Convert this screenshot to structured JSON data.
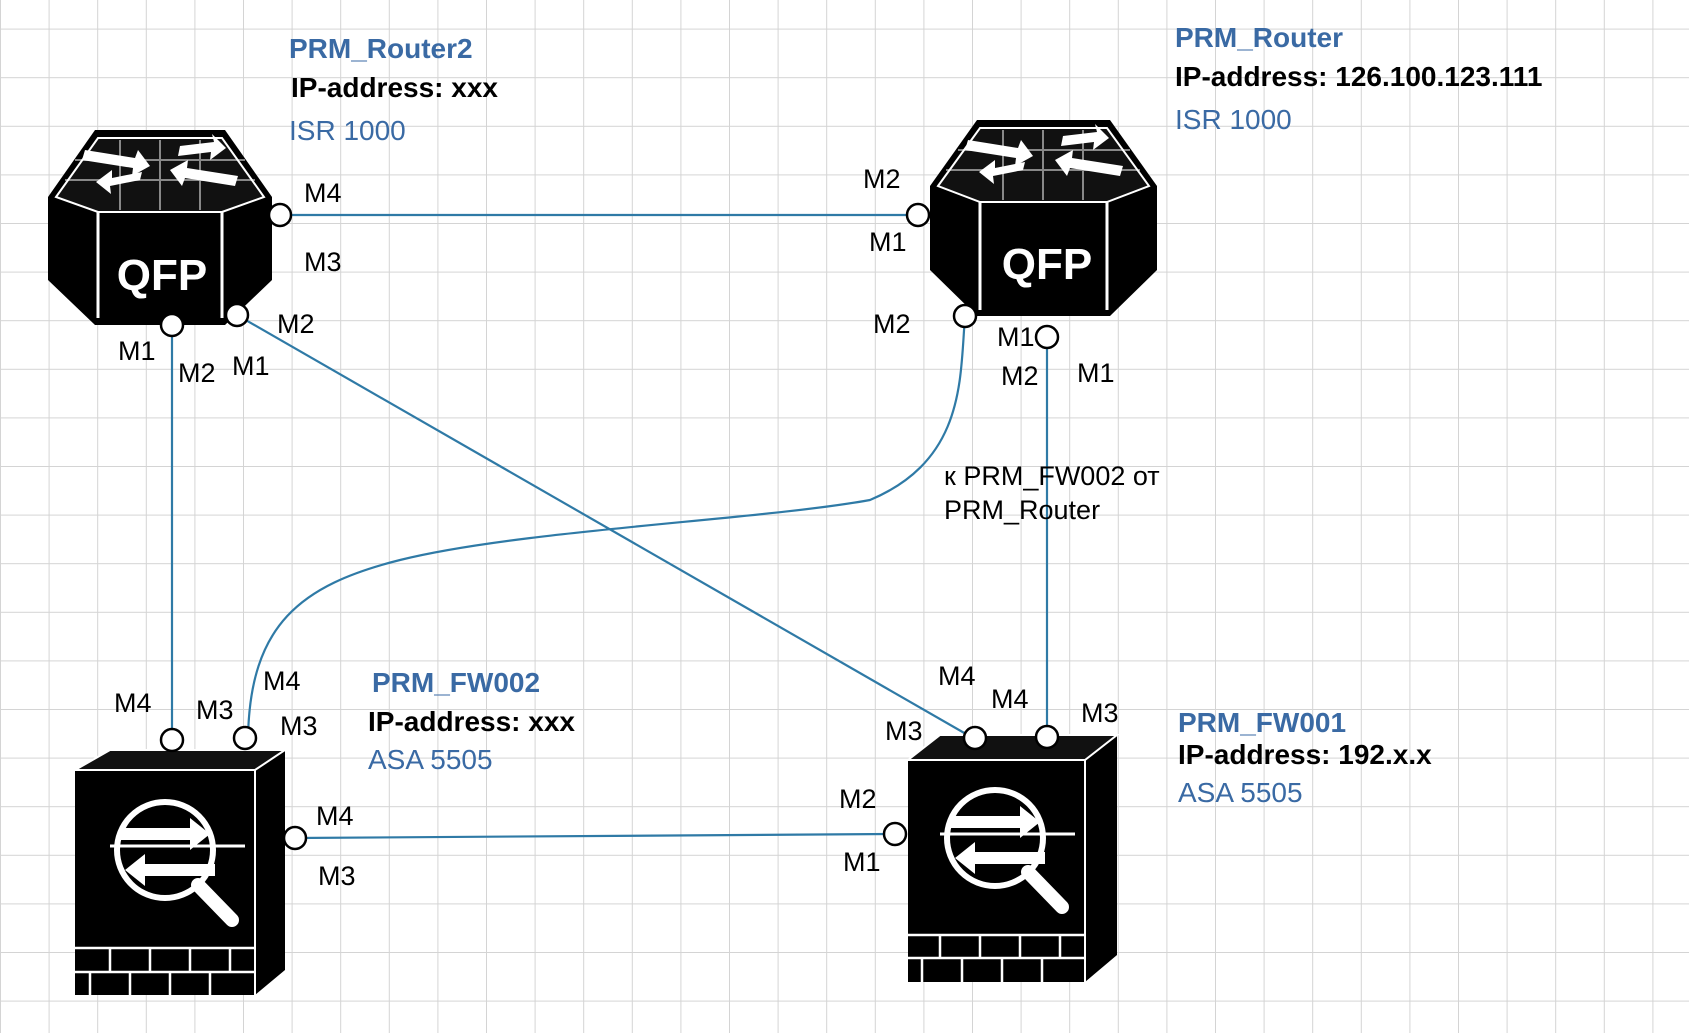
{
  "colors": {
    "link": "#2f7aa6",
    "grid": "#d4d4d4",
    "name": "#3a6aa4",
    "device": "#000000"
  },
  "devices": {
    "router2": {
      "name": "PRM_Router2",
      "ip": "IP-address: xxx",
      "model": "ISR 1000",
      "badge": "QFP",
      "icon": "router-icon"
    },
    "router": {
      "name": "PRM_Router",
      "ip": "IP-address: 126.100.123.111",
      "model": "ISR 1000",
      "badge": "QFP",
      "icon": "router-icon"
    },
    "fw002": {
      "name": "PRM_FW002",
      "ip": "IP-address: xxx",
      "model": "ASA 5505",
      "icon": "firewall-icon"
    },
    "fw001": {
      "name": "PRM_FW001",
      "ip": "IP-address: 192.x.x",
      "model": "ASA 5505",
      "icon": "firewall-icon"
    }
  },
  "ports": {
    "r2_m4": "M4",
    "r2_m3": "M3",
    "r2_m2": "M2",
    "r2_m1a": "M1",
    "r2_m2b": "M2",
    "r2_m1b": "M1",
    "r_m2": "M2",
    "r_m1": "M1",
    "r_m2b": "M2",
    "r_m1c": "M1",
    "r_m2c": "M2",
    "r_m1d": "M1",
    "f2_m4a": "M4",
    "f2_m3a": "M3",
    "f2_m4b": "M4",
    "f2_m3b": "M3",
    "f2_m4c": "M4",
    "f2_m3c": "M3",
    "f1_m4a": "M4",
    "f1_m4b": "M4",
    "f1_m3a": "M3",
    "f1_m3b": "M3",
    "f1_m2": "M2",
    "f1_m1": "M1"
  },
  "note": {
    "line1": "к PRM_FW002 от",
    "line2": "PRM_Router"
  }
}
